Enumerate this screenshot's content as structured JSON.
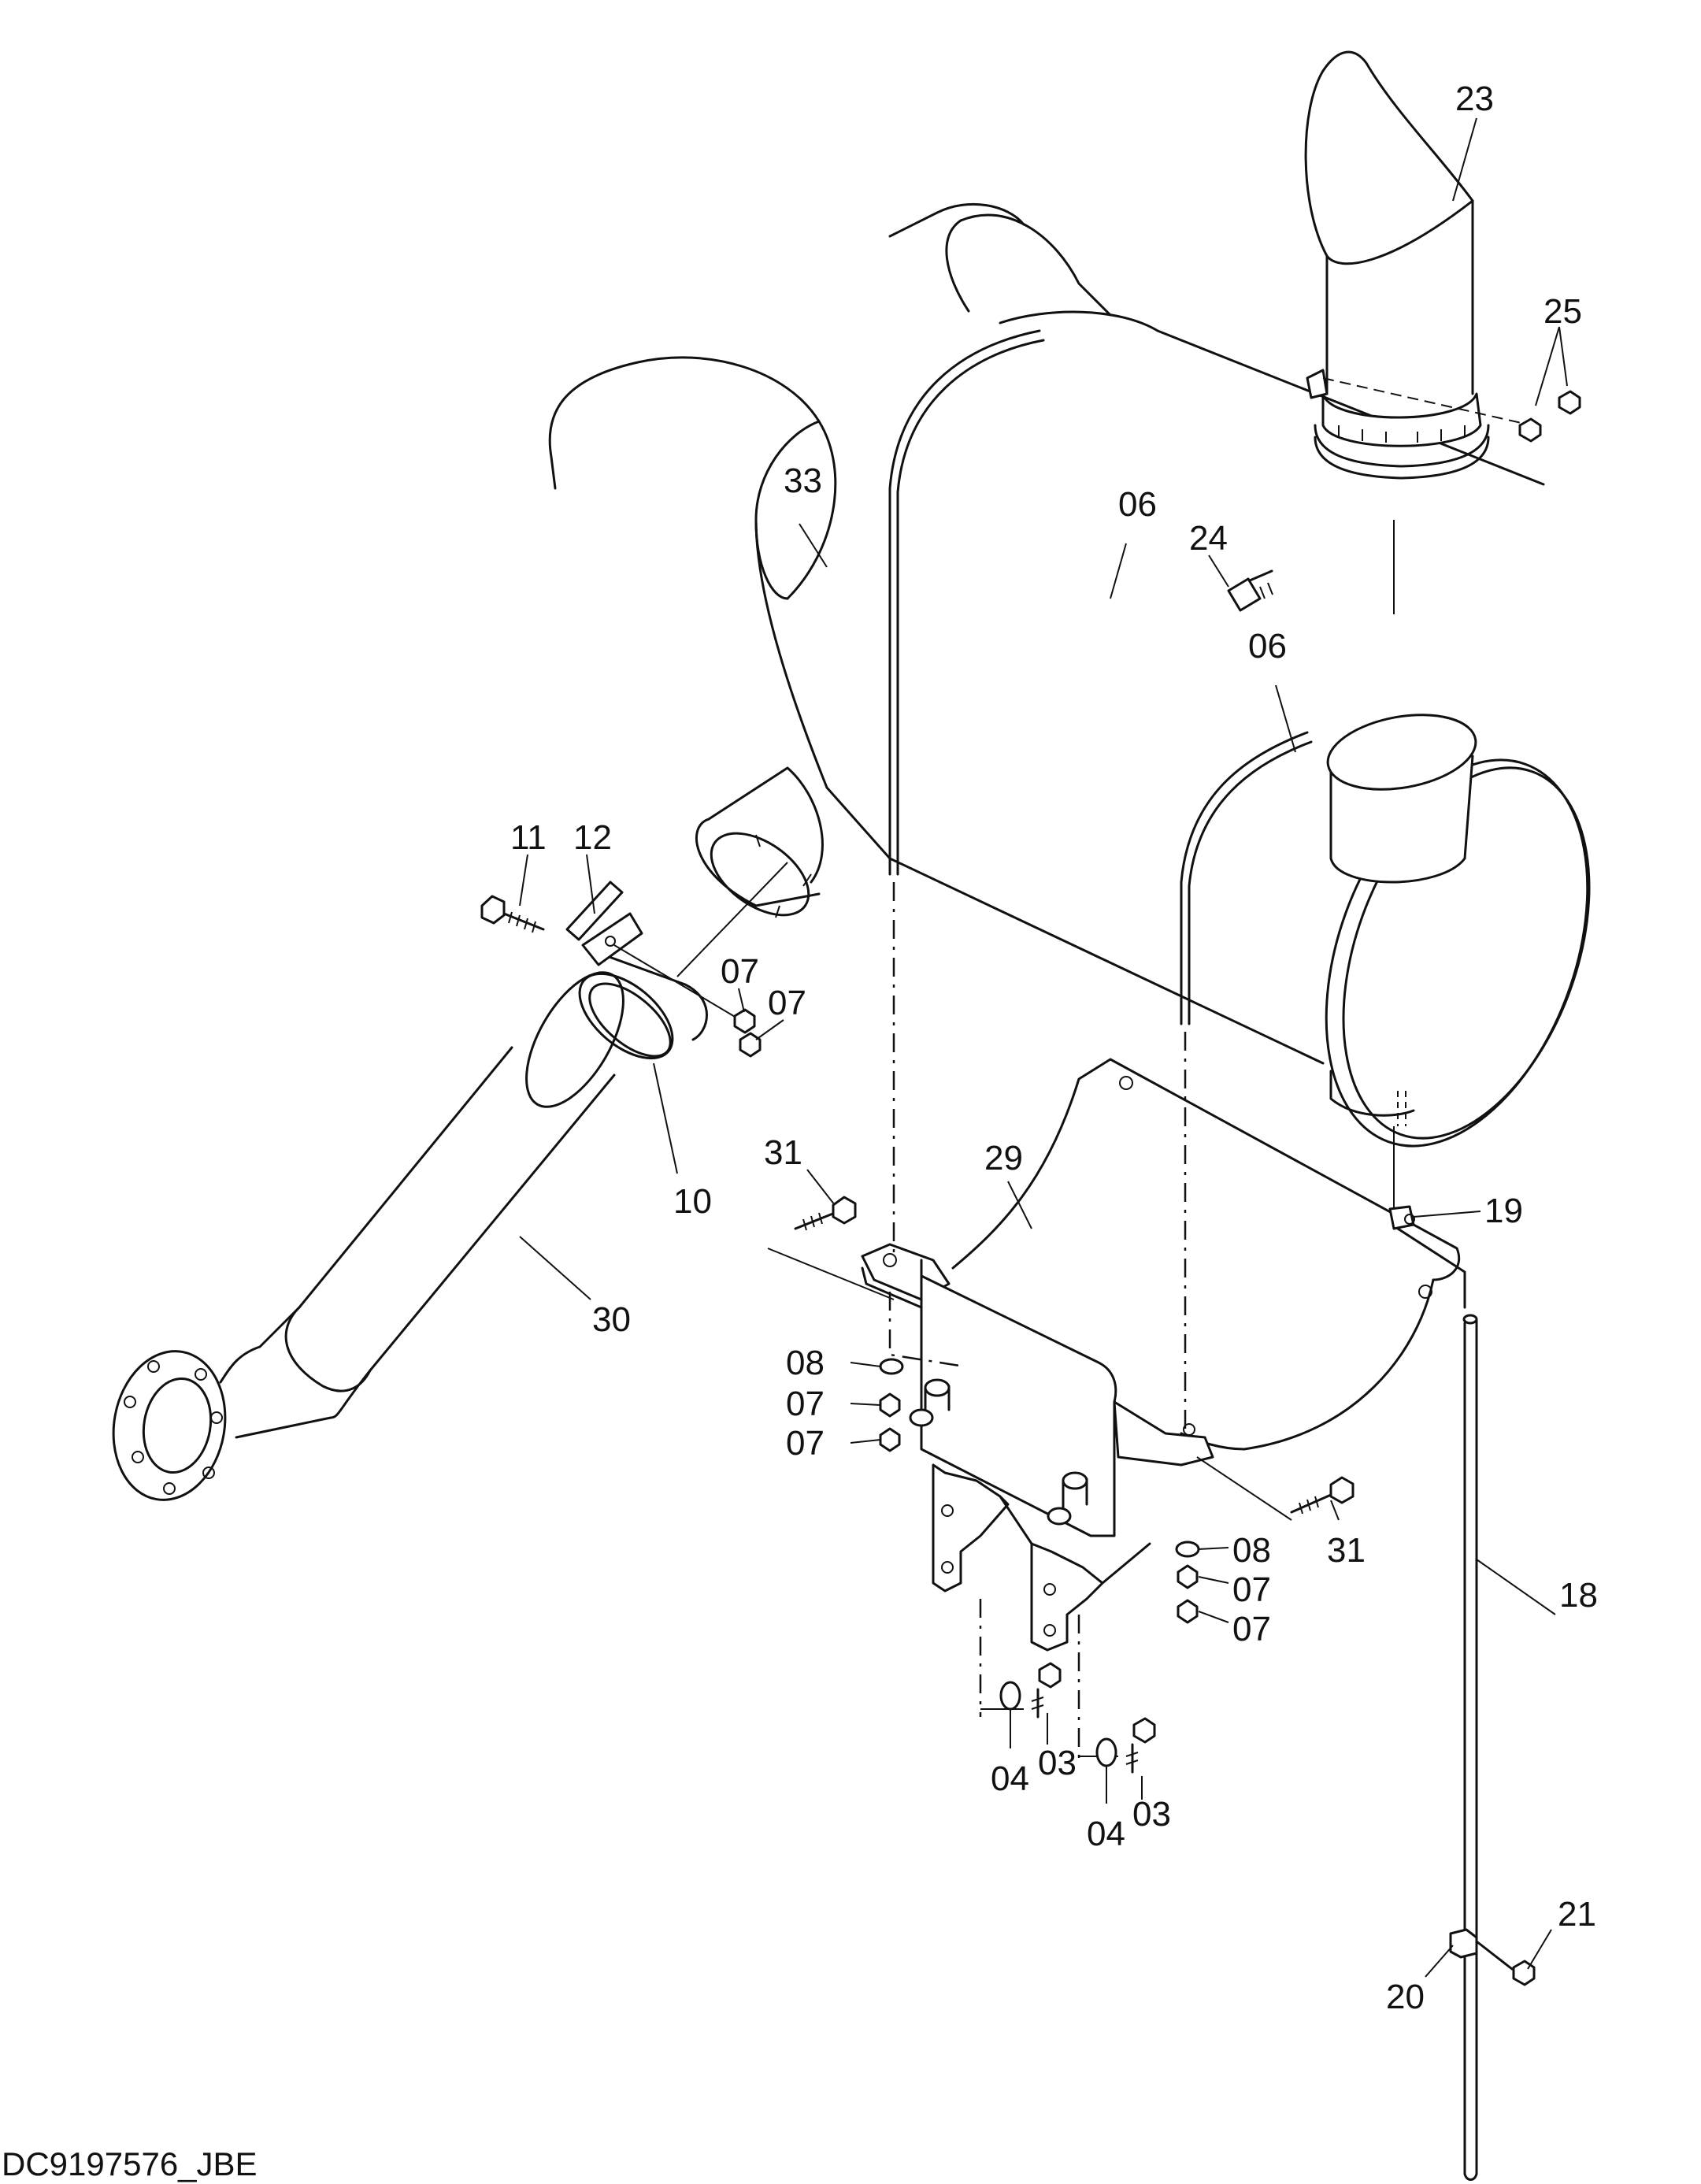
{
  "document_id": "DC9197576_JBE",
  "callouts": {
    "c23": "23",
    "c25": "25",
    "c24": "24",
    "c33": "33",
    "c06a": "06",
    "c06b": "06",
    "c11": "11",
    "c12": "12",
    "c07a": "07",
    "c07b": "07",
    "c10": "10",
    "c30": "30",
    "c31a": "31",
    "c29": "29",
    "c19": "19",
    "c08a": "08",
    "c07c": "07",
    "c07d": "07",
    "c08b": "08",
    "c07e": "07",
    "c07f": "07",
    "c31b": "31",
    "c18": "18",
    "c04a": "04",
    "c03a": "03",
    "c04b": "04",
    "c03b": "03",
    "c21": "21",
    "c20": "20"
  },
  "colors": {
    "line": "#111111",
    "background": "#ffffff"
  }
}
